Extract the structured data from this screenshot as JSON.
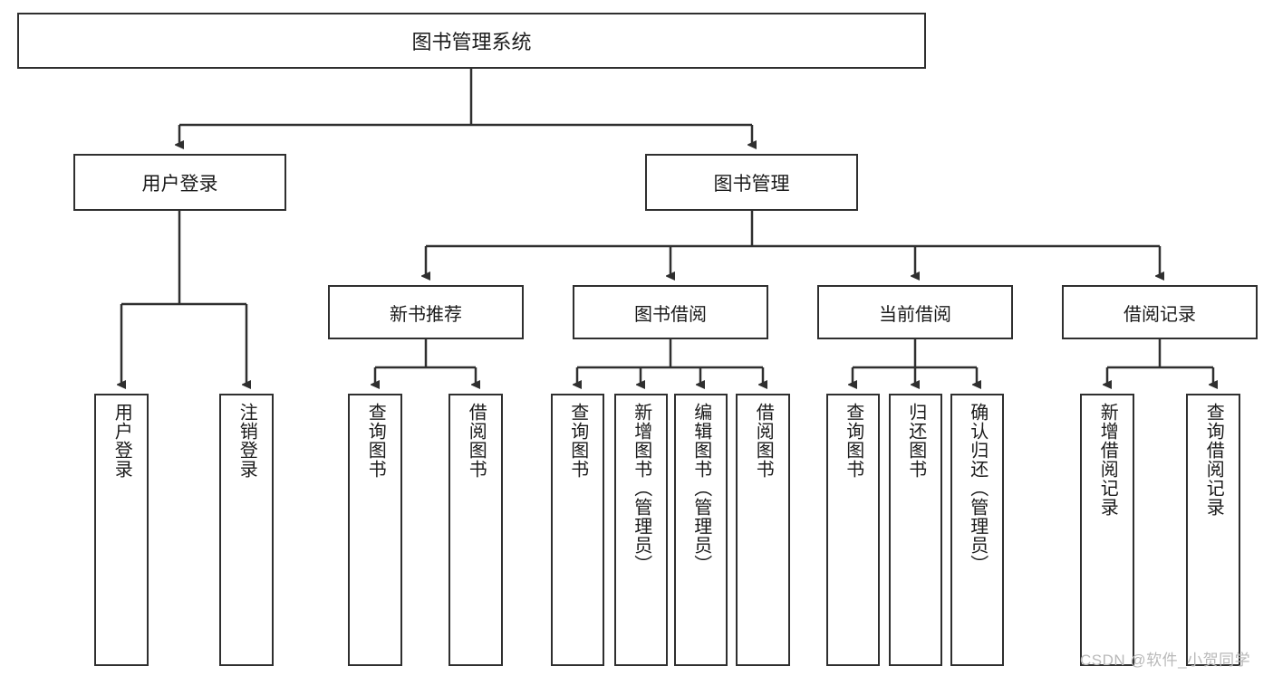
{
  "diagram": {
    "title": "图书管理系统",
    "root": {
      "label": "图书管理系统"
    },
    "level2": [
      {
        "label": "用户登录"
      },
      {
        "label": "图书管理"
      }
    ],
    "level3": [
      {
        "label": "新书推荐"
      },
      {
        "label": "图书借阅"
      },
      {
        "label": "当前借阅"
      },
      {
        "label": "借阅记录"
      }
    ],
    "leaves": {
      "user_login": [
        {
          "label": "用户登录"
        },
        {
          "label": "注销登录"
        }
      ],
      "new_book_recommend": [
        {
          "label": "查询图书"
        },
        {
          "label": "借阅图书"
        }
      ],
      "book_borrow": [
        {
          "label": "查询图书"
        },
        {
          "label": "新增图书（管理员）"
        },
        {
          "label": "编辑图书（管理员）"
        },
        {
          "label": "借阅图书"
        }
      ],
      "current_borrow": [
        {
          "label": "查询图书"
        },
        {
          "label": "归还图书"
        },
        {
          "label": "确认归还（管理员）"
        }
      ],
      "borrow_record": [
        {
          "label": "新增借阅记录"
        },
        {
          "label": "查询借阅记录"
        }
      ]
    },
    "watermark": "CSDN @软件_小贺同学",
    "colors": {
      "stroke": "#2f2f2f",
      "text": "#1b1b1b",
      "background": "#ffffff",
      "watermark": "#b9b9b9"
    }
  }
}
